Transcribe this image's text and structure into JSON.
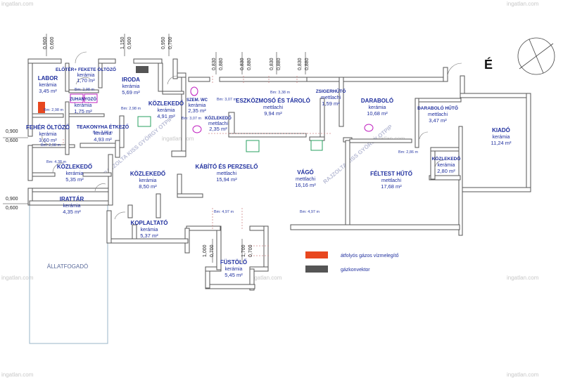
{
  "rooms": [
    {
      "id": "labor",
      "name": "LABOR",
      "material": "kerámia",
      "area": "3,45 m²"
    },
    {
      "id": "eloter",
      "name": "ELŐTÉR+ FEKETE ÖLTÖZŐ",
      "material": "kerámia",
      "area": "1,70 m²"
    },
    {
      "id": "iroda",
      "name": "IRODA",
      "material": "kerámia",
      "area": "5,69 m²"
    },
    {
      "id": "zuhanyozo",
      "name": "ZUHANYOZÓ",
      "material": "kerámia",
      "area": "1,75 m²"
    },
    {
      "id": "kozlekedo1",
      "name": "KÖZLEKEDŐ",
      "material": "kerámia",
      "area": "4,91 m²"
    },
    {
      "id": "szemwc",
      "name": "SZEM. WC",
      "material": "kerámia",
      "area": "2,35 m²"
    },
    {
      "id": "kozlekedo2",
      "name": "KÖZLEKEDŐ",
      "material": "mettlachi",
      "area": "2,35 m²"
    },
    {
      "id": "eszkozmoso",
      "name": "ESZKÖZMOSÓ ÉS TÁROLÓ",
      "material": "mettlachi",
      "area": "9,94 m²"
    },
    {
      "id": "zsigerhuto",
      "name": "ZSIGERHŰTŐ",
      "material": "mettlachi",
      "area": "1,59 m²"
    },
    {
      "id": "darabolo",
      "name": "DARABOLÓ",
      "material": "kerámia",
      "area": "10,68 m²"
    },
    {
      "id": "darabolohuto",
      "name": "DARABOLÓ HŰTŐ",
      "material": "mettlachi",
      "area": "3,47 m²"
    },
    {
      "id": "feherolt",
      "name": "FEHÉR ÖLTÖZŐ",
      "material": "kerámia",
      "area": "3,60 m²"
    },
    {
      "id": "teakonyha",
      "name": "TEAKONYHA ÉTKEZŐ",
      "material": "kerámia",
      "area": "4,93 m²"
    },
    {
      "id": "kiado",
      "name": "KIADÓ",
      "material": "kerámia",
      "area": "11,24 m²"
    },
    {
      "id": "kozlekedo3",
      "name": "KÖZLEKEDŐ",
      "material": "kerámia",
      "area": "5,35 m²"
    },
    {
      "id": "kozlekedo4",
      "name": "KÖZLEKEDŐ",
      "material": "kerámia",
      "area": "8,50 m²"
    },
    {
      "id": "kabito",
      "name": "KÁBÍTÓ ÉS PERZSELŐ",
      "material": "mettlachi",
      "area": "15,94 m²"
    },
    {
      "id": "vago",
      "name": "VÁGÓ",
      "material": "mettlachi",
      "area": "16,16 m²"
    },
    {
      "id": "feltest",
      "name": "FÉLTEST HŰTŐ",
      "material": "mettlachi",
      "area": "17,68 m²"
    },
    {
      "id": "kozlekedo5",
      "name": "KÖZLEKEDŐ",
      "material": "kerámia",
      "area": "2,80 m²"
    },
    {
      "id": "irattar",
      "name": "IRATTÁR",
      "material": "kerámia",
      "area": "4,35 m²"
    },
    {
      "id": "koplaltato",
      "name": "KOPLALTATÓ",
      "material": "kerámia",
      "area": "5,37 m²"
    },
    {
      "id": "fustolo",
      "name": "FÜSTÖLŐ",
      "material": "kerámia",
      "area": "5,45 m²"
    },
    {
      "id": "allatfogado",
      "name": "ÁLLATFOGADÓ"
    }
  ],
  "bm_labels": [
    "Bm: 2,98 m",
    "Bm: 2,98 m",
    "Bm: 3,07 m",
    "Bm: 3,07 m",
    "Bm: 3,38 m",
    "Bm: 2,98 m",
    "Bm: 2,98 m",
    "Bm: 2,98 m",
    "Bm: 4,38 m",
    "Bm: 4,97 m",
    "Bm: 4,97 m",
    "Bm: 2,86 m"
  ],
  "dimensions": {
    "top": [
      "0,900",
      "0,600",
      "1,150",
      "0,900",
      "0,950",
      "0,700",
      "0,830",
      "0,880",
      "0,830",
      "0,880",
      "0,830",
      "0,880",
      "0,830",
      "0,880"
    ],
    "left": [
      "0,900",
      "0,600",
      "0,900",
      "0,600"
    ],
    "bottom": [
      "1,000",
      "0,700",
      "1,700",
      "0,700"
    ]
  },
  "legend": [
    {
      "label": "átfolyós gázos vízmelegítő",
      "color": "#e8471f"
    },
    {
      "label": "gázkonvektor",
      "color": "#555555"
    }
  ],
  "north": {
    "label": "É"
  },
  "watermarks": {
    "site": "ingatlan.com",
    "author": "RAJZOLTA KISS GYÖRGY OTPIP"
  },
  "colors": {
    "text": "#1f2f9e",
    "wall": "#555555",
    "allatfogado": "#9ab6c8"
  }
}
